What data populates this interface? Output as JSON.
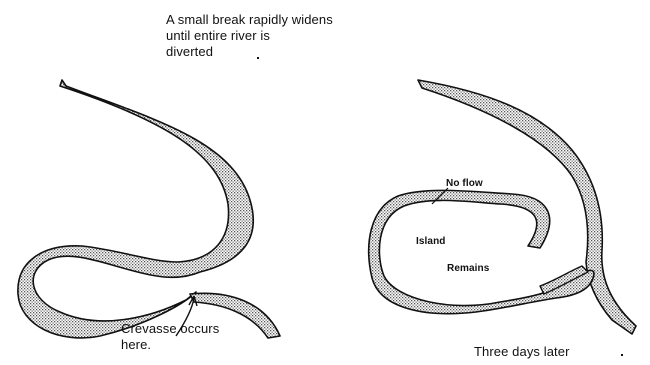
{
  "caption_top": [
    "A small break rapidly widens",
    "until entire river is",
    "diverted"
  ],
  "left_panel": {
    "crevasse_label": [
      "Crevasse occurs",
      "here."
    ]
  },
  "right_panel": {
    "no_flow_label": "No flow",
    "island_label": "Island",
    "remains_label": "Remains",
    "caption": "Three days later"
  },
  "colors": {
    "river_fill": "#cfcfcf",
    "river_outline": "#111111",
    "background": "#ffffff"
  }
}
